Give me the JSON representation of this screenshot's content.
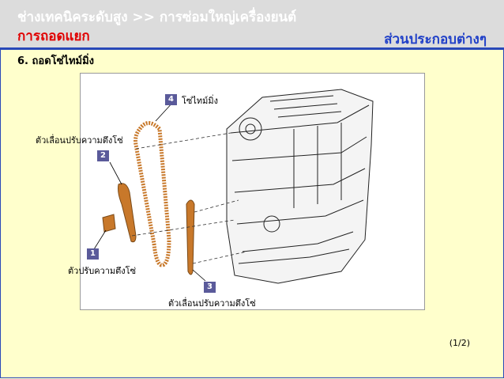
{
  "header": {
    "title": "ช่างเทคนิคระดับสูง >> การซ่อมใหญ่เครื่องยนต์",
    "subtitle": "การถอดแยก",
    "section": "ส่วนประกอบต่างๆ"
  },
  "step": "6. ถอดโซ่ไทม์มิ่ง",
  "callouts": [
    {
      "number": "1",
      "text": "ตัวปรับความตึงโซ่"
    },
    {
      "number": "2",
      "text": "ตัวเลื่อนปรับความตึงโซ่"
    },
    {
      "number": "3",
      "text": "ตัวเลื่อนปรับความตึงโซ่"
    },
    {
      "number": "4",
      "text": "โซ่ไทม์มิ่ง"
    }
  ],
  "page": "(1/2)",
  "colors": {
    "background": "#ffffcc",
    "header": "#dcdcdc",
    "accent": "#2848b8",
    "subtitle": "#e00000",
    "part": "#c8782a"
  }
}
